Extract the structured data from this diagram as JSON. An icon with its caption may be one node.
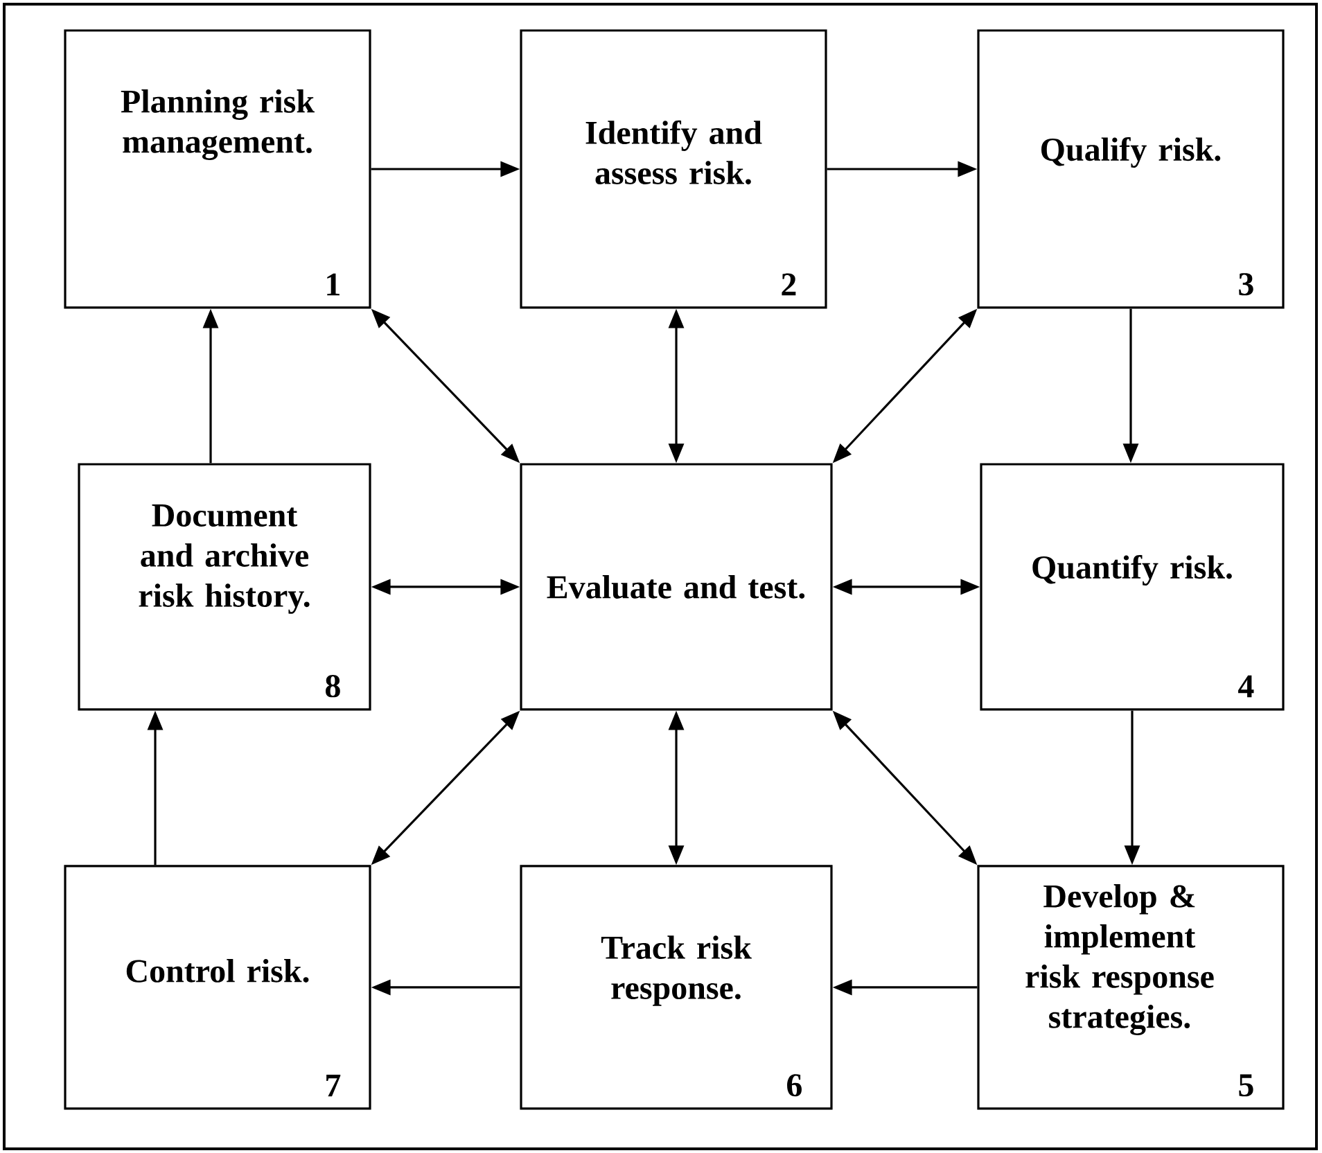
{
  "diagram": {
    "nodes": [
      {
        "text": [
          "Planning risk management.",
          "1"
        ]
      },
      {
        "text": [
          "Identify and assess risk.",
          "2"
        ]
      },
      {
        "text": [
          "Qualify risk.",
          "3"
        ]
      },
      {
        "text": [
          "Document and archive risk history.",
          "8"
        ]
      },
      {
        "text": [
          "Evaluate and test."
        ]
      },
      {
        "text": [
          "Quantify risk.",
          "4"
        ]
      },
      {
        "text": [
          "Control risk.",
          "7"
        ]
      },
      {
        "text": [
          "Track risk response.",
          "6"
        ]
      },
      {
        "text": [
          "Develop & implement risk response strategies.",
          "5"
        ]
      }
    ],
    "edges": [
      {
        "from": 0,
        "to": 1,
        "arrow": "to"
      },
      {
        "from": 1,
        "to": 2,
        "arrow": "to"
      },
      {
        "from": 2,
        "to": 5,
        "arrow": "to"
      },
      {
        "from": 5,
        "to": 8,
        "arrow": "to"
      },
      {
        "from": 8,
        "to": 7,
        "arrow": "to"
      },
      {
        "from": 7,
        "to": 6,
        "arrow": "to"
      },
      {
        "from": 6,
        "to": 3,
        "arrow": "to"
      },
      {
        "from": 3,
        "to": 0,
        "arrow": "to"
      },
      {
        "from": 4,
        "to": 0,
        "arrow": "both"
      },
      {
        "from": 4,
        "to": 1,
        "arrow": "both"
      },
      {
        "from": 4,
        "to": 2,
        "arrow": "both"
      },
      {
        "from": 4,
        "to": 3,
        "arrow": "both"
      },
      {
        "from": 4,
        "to": 5,
        "arrow": "both"
      },
      {
        "from": 4,
        "to": 6,
        "arrow": "both"
      },
      {
        "from": 4,
        "to": 7,
        "arrow": "both"
      },
      {
        "from": 4,
        "to": 8,
        "arrow": "both"
      }
    ]
  }
}
